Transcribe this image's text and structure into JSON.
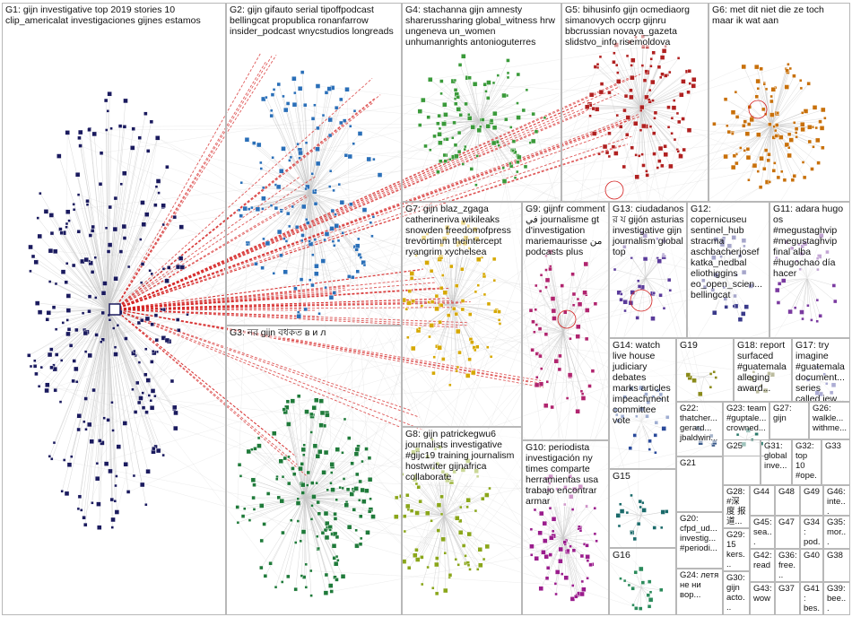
{
  "graph": {
    "groups": [
      {
        "id": "G1",
        "label": "G1: gijn investigative top 2019 stories 10 clip_americalat investigaciones gijnes estamos",
        "color": "#1a1a5e"
      },
      {
        "id": "G2",
        "label": "G2: gijn gifauto serial tipoffpodcast bellingcat propublica ronanfarrow insider_podcast wnycstudios longreads",
        "color": "#2a6fb8"
      },
      {
        "id": "G3",
        "label": "G3: নর gijn বধকত в и л",
        "color": "#1f7a3a"
      },
      {
        "id": "G4",
        "label": "G4: stachanna gijn amnesty sharerussharing global_witness hrw ungeneva un_women unhumanrights antonioguterres",
        "color": "#3a9a3a"
      },
      {
        "id": "G5",
        "label": "G5: bihusinfo gijn ocmediaorg simanovych occrp gijnru bbcrussian novaya_gazeta slidstvo_info risemoldova",
        "color": "#b02020"
      },
      {
        "id": "G6",
        "label": "G6: met dit niet die ze toch maar ik wat aan",
        "color": "#c8700a"
      },
      {
        "id": "G7",
        "label": "G7: gijn blaz_zgaga catherineriva wikileaks snowden freedomofpress trevortimm theintercept ryangrim xychelsea",
        "color": "#d6a800"
      },
      {
        "id": "G8",
        "label": "G8: gijn patrickegwu6 journalists investigative #gijc19 training journalism hostwriter gijnafrica collaborate",
        "color": "#8aa61a"
      },
      {
        "id": "G9",
        "label": "G9: gijnfr comment في journalisme gt d'investigation mariemaurisse من podcasts plus",
        "color": "#b0246e"
      },
      {
        "id": "G10",
        "label": "G10: periodista investigación ny times comparte herramientas usa trabajo encontrar armar",
        "color": "#9a1c8c"
      },
      {
        "id": "G11",
        "label": "G11: adara hugo os #megustaghvip #megustaghvip final alba #hugochao día hacer",
        "color": "#7a3aa0"
      },
      {
        "id": "G12",
        "label": "G12: copernicuseu sentinel_hub stracma aschbacherjosef katka_nedbal eliothiggins eo_open_scien... bellingcat",
        "color": "#3a3a8a"
      },
      {
        "id": "G13",
        "label": "G13: ciudadanos র য gijón asturias investigative gijn journalism global top",
        "color": "#5a3a9a"
      },
      {
        "id": "G14",
        "label": "G14: watch live house judiciary debates marks articles impeachment committee vote",
        "color": "#2a4a9a"
      },
      {
        "id": "G15",
        "label": "G15",
        "color": "#1a6a6a"
      },
      {
        "id": "G16",
        "label": "G16",
        "color": "#2a8a5a"
      },
      {
        "id": "G17",
        "label": "G17: try imagine #guatemala document... series called jew...",
        "color": "#4a4aa0"
      },
      {
        "id": "G18",
        "label": "G18: report surfaced #guatemala alleging award...",
        "color": "#6a6a2a"
      },
      {
        "id": "G19",
        "label": "G19",
        "color": "#8a8a1a"
      },
      {
        "id": "G20",
        "label": "G20: cfpd_ud... investig... #periodi...",
        "color": "#5a2a7a"
      },
      {
        "id": "G21",
        "label": "G21",
        "color": "#2a2a2a"
      },
      {
        "id": "G22",
        "label": "G22: thatcher... gerard... jbaldwin...",
        "color": "#3a5a8a"
      },
      {
        "id": "G23",
        "label": "G23: team #guptale... crowned...",
        "color": "#2a7a6a"
      },
      {
        "id": "G24",
        "label": "G24: летя не ни вор...",
        "color": "#6a2a2a"
      },
      {
        "id": "G25",
        "label": "G25",
        "color": "#444"
      },
      {
        "id": "G26",
        "label": "G26: walkle... withme...",
        "color": "#2a6a9a"
      },
      {
        "id": "G27",
        "label": "G27: gijn",
        "color": "#3a3a3a"
      },
      {
        "id": "G28",
        "label": "G28: #深度 报道...",
        "color": "#3a3a3a"
      },
      {
        "id": "G29",
        "label": "G29: 15 kers...",
        "color": "#3a3a3a"
      },
      {
        "id": "G30",
        "label": "G30: gijn acto...",
        "color": "#3a3a3a"
      },
      {
        "id": "G31",
        "label": "G31: global inve...",
        "color": "#3a3a3a"
      },
      {
        "id": "G32",
        "label": "G32: top 10 #ope...",
        "color": "#3a3a3a"
      },
      {
        "id": "G33",
        "label": "G33",
        "color": "#3a3a3a"
      },
      {
        "id": "G34",
        "label": "G34: pod...",
        "color": "#3a3a3a"
      },
      {
        "id": "G35",
        "label": "G35: mor...",
        "color": "#3a3a3a"
      },
      {
        "id": "G36",
        "label": "G36: free...",
        "color": "#3a3a3a"
      },
      {
        "id": "G37",
        "label": "G37",
        "color": "#3a3a3a"
      },
      {
        "id": "G38",
        "label": "G38",
        "color": "#3a3a3a"
      },
      {
        "id": "G39",
        "label": "G39: bee...",
        "color": "#3a3a3a"
      },
      {
        "id": "G40",
        "label": "G40",
        "color": "#3a3a3a"
      },
      {
        "id": "G41",
        "label": "G41: bes...",
        "color": "#3a3a3a"
      },
      {
        "id": "G42",
        "label": "G42: read",
        "color": "#3a3a3a"
      },
      {
        "id": "G43",
        "label": "G43: wow",
        "color": "#3a3a3a"
      },
      {
        "id": "G44",
        "label": "G44",
        "color": "#3a3a3a"
      },
      {
        "id": "G45",
        "label": "G45: sea...",
        "color": "#3a3a3a"
      },
      {
        "id": "G46",
        "label": "G46: inte...",
        "color": "#3a3a3a"
      },
      {
        "id": "G47",
        "label": "G47",
        "color": "#3a3a3a"
      },
      {
        "id": "G48",
        "label": "G48",
        "color": "#3a3a3a"
      },
      {
        "id": "G49",
        "label": "G49",
        "color": "#3a3a3a"
      }
    ],
    "colors": {
      "edge_gray": "#c9c9c9",
      "edge_red": "#d42020",
      "border": "#b8b8b8"
    }
  }
}
